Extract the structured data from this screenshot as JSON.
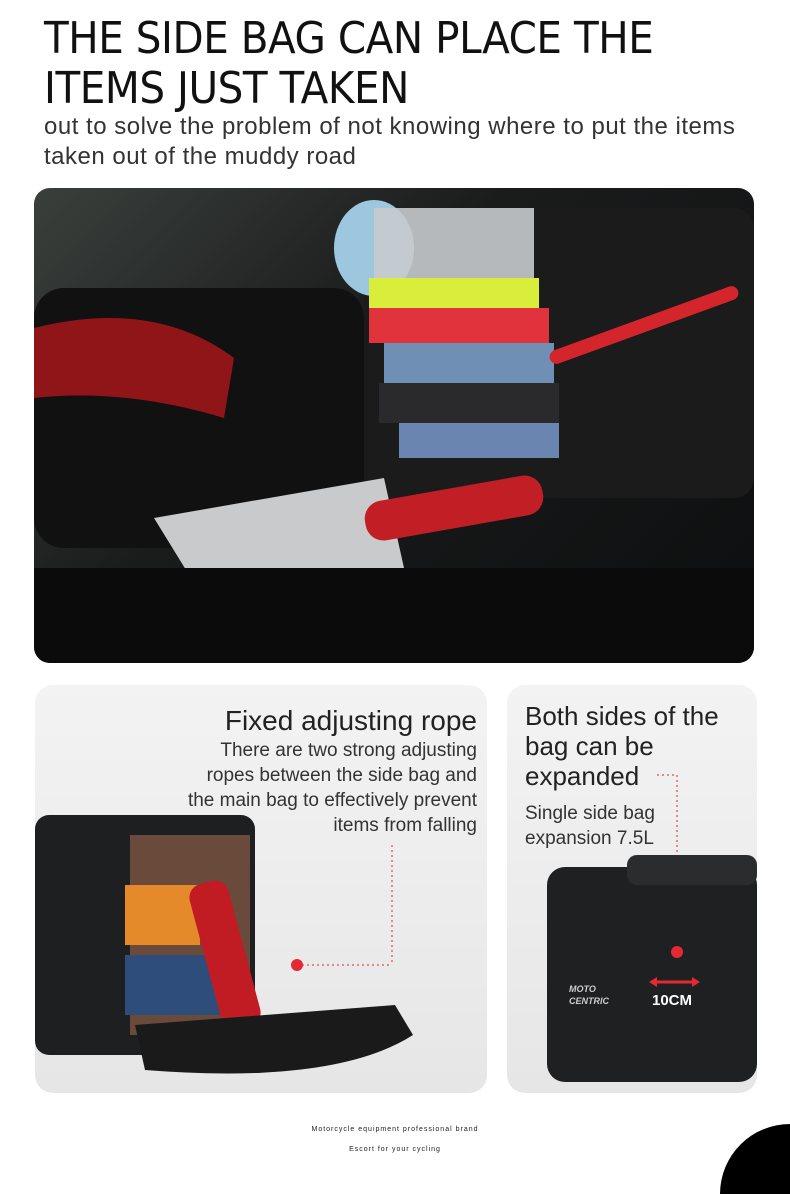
{
  "header": {
    "title": "THE SIDE BAG CAN PLACE THE ITEMS JUST TAKEN",
    "subtitle": "out to solve the problem of not knowing where to put the items taken out of the muddy road"
  },
  "panel_left": {
    "title": "Fixed adjusting rope",
    "text": "There are two strong adjusting ropes between the side bag and the main bag to effectively prevent items from falling"
  },
  "panel_right": {
    "title": "Both sides of the bag can be expanded",
    "text": "Single side bag expansion 7.5L",
    "measure": "10CM",
    "logo": "MOTO CENTRIC"
  },
  "footer": {
    "line1": "Motorcycle equipment professional brand",
    "line2": "Escort for your cycling"
  },
  "colors": {
    "accent": "#d9262c",
    "panel_bg": "#ececec",
    "text": "#111111"
  }
}
